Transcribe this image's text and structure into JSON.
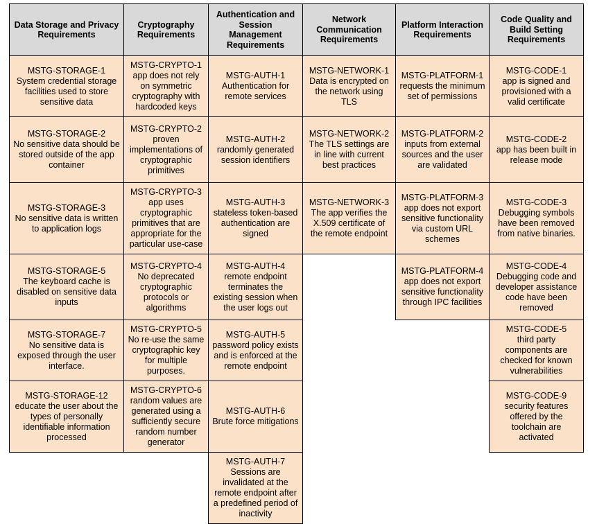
{
  "table": {
    "columns": [
      "Data Storage and Privacy Requirements",
      "Cryptography Requirements",
      "Authentication and Session Management Requirements",
      "Network Communication Requirements",
      "Platform Interaction Requirements",
      "Code Quality and Build Setting Requirements"
    ],
    "header_bg": "#d9d9d9",
    "cell_bg": "#fae1c8",
    "border_color": "#000000",
    "rows": [
      [
        {
          "id": "MSTG-STORAGE-1",
          "text": "System credential storage facilities used to store sensitive data"
        },
        {
          "id": "MSTG-CRYPTO-1",
          "text": "app does not rely on symmetric cryptography with hardcoded keys"
        },
        {
          "id": "MSTG-AUTH-1",
          "text": "Authentication for remote services"
        },
        {
          "id": "MSTG-NETWORK-1",
          "text": "Data is encrypted on the network using TLS"
        },
        {
          "id": "MSTG-PLATFORM-1",
          "text": "requests the minimum set of permissions"
        },
        {
          "id": "MSTG-CODE-1",
          "text": "app is signed and provisioned with a valid certificate"
        }
      ],
      [
        {
          "id": "MSTG-STORAGE-2",
          "text": "No sensitive data should be stored outside of the app container"
        },
        {
          "id": "MSTG-CRYPTO-2",
          "text": "proven implementations of cryptographic primitives"
        },
        {
          "id": "MSTG-AUTH-2",
          "text": "randomly generated session identifiers"
        },
        {
          "id": "MSTG-NETWORK-2",
          "text": "The TLS settings are in line with current best practices"
        },
        {
          "id": "MSTG-PLATFORM-2",
          "text": "inputs from external sources and the user are validated"
        },
        {
          "id": "MSTG-CODE-2",
          "text": "app has been built in release mode"
        }
      ],
      [
        {
          "id": "MSTG-STORAGE-3",
          "text": "No sensitive data is written to application logs"
        },
        {
          "id": "MSTG-CRYPTO-3",
          "text": "app uses cryptographic primitives that are appropriate for the particular use-case"
        },
        {
          "id": "MSTG-AUTH-3",
          "text": "stateless token-based authentication are signed"
        },
        {
          "id": "MSTG-NETWORK-3",
          "text": "The app verifies the X.509 certificate of the remote endpoint"
        },
        {
          "id": "MSTG-PLATFORM-3",
          "text": "app does not export sensitive functionality via custom URL schemes"
        },
        {
          "id": "MSTG-CODE-3",
          "text": "Debugging symbols have been removed from native binaries."
        }
      ],
      [
        {
          "id": "MSTG-STORAGE-5",
          "text": "The keyboard cache is disabled on sensitive data inputs"
        },
        {
          "id": "MSTG-CRYPTO-4",
          "text": "No deprecated cryptographic protocols or algorithms"
        },
        {
          "id": "MSTG-AUTH-4",
          "text": "remote endpoint terminates the existing session when the user logs out"
        },
        null,
        {
          "id": "MSTG-PLATFORM-4",
          "text": "app does not export sensitive functionality through IPC facilities"
        },
        {
          "id": "MSTG-CODE-4",
          "text": "Debugging code and developer assistance code have been removed"
        }
      ],
      [
        {
          "id": "MSTG-STORAGE-7",
          "text": "No sensitive data is exposed through the user interface."
        },
        {
          "id": "MSTG-CRYPTO-5",
          "text": "No re-use the same cryptographic key for multiple purposes."
        },
        {
          "id": "MSTG-AUTH-5",
          "text": "password policy exists and is enforced at the remote endpoint"
        },
        null,
        null,
        {
          "id": "MSTG-CODE-5",
          "text": "third party components are checked for known vulnerabilities"
        }
      ],
      [
        {
          "id": "MSTG-STORAGE-12",
          "text": "educate the user about the types of personally identifiable information processed"
        },
        {
          "id": "MSTG-CRYPTO-6",
          "text": "random values are generated using a sufficiently secure random number generator"
        },
        {
          "id": "MSTG-AUTH-6",
          "text": "Brute force mitigations"
        },
        null,
        null,
        {
          "id": "MSTG-CODE-9",
          "text": "security features offered by the toolchain are activated"
        }
      ],
      [
        null,
        null,
        {
          "id": "MSTG-AUTH-7",
          "text": "Sessions are invalidated at the remote endpoint after a predefined period of inactivity"
        },
        null,
        null,
        null
      ]
    ]
  }
}
